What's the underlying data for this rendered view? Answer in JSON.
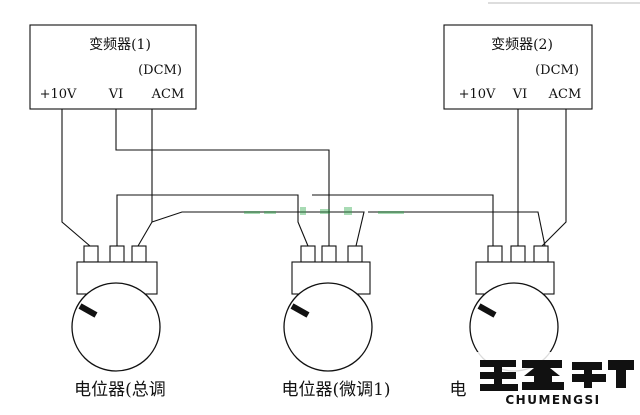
{
  "drives": [
    {
      "title": "变频器(1)",
      "mode": "(DCM)",
      "terminals": [
        "+10V",
        "VI",
        "ACM"
      ]
    },
    {
      "title": "变频器(2)",
      "mode": "(DCM)",
      "terminals": [
        "+10V",
        "VI",
        "ACM"
      ]
    }
  ],
  "potentiometers": [
    {
      "label": "电位器(总调"
    },
    {
      "label": "电位器(微调1)"
    },
    {
      "label": "电"
    }
  ],
  "watermark": {
    "brand": "CHUMENGSI"
  }
}
